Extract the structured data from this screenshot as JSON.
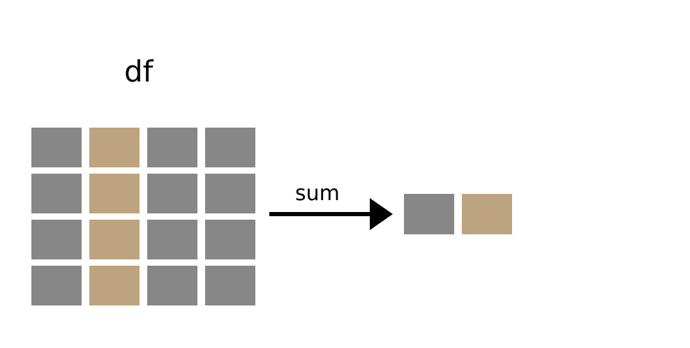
{
  "title": "df",
  "operation": {
    "label": "sum"
  },
  "colors": {
    "gray": "#878787",
    "tan": "#bda37f",
    "arrow": "#000000",
    "background": "#ffffff"
  },
  "input_grid": {
    "rows": 4,
    "columns": [
      "gray",
      "tan",
      "gray",
      "gray"
    ]
  },
  "output_cells": [
    "gray",
    "tan"
  ]
}
